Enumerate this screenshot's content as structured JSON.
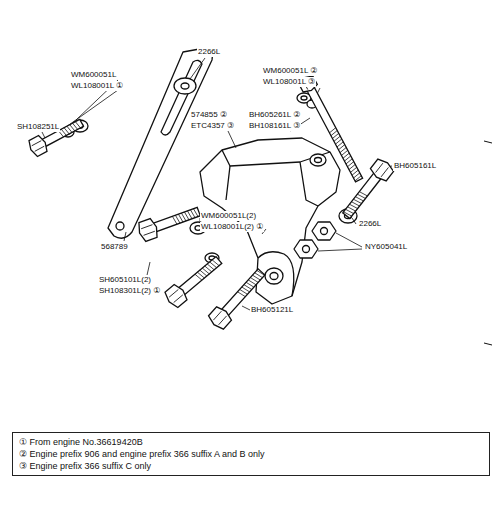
{
  "diagram": {
    "nodes": [
      {
        "text": [
          "① From engine No.36619420B",
          "② Engine prefix 906 and engine prefix 366 suffix A and B only",
          "③ Engine prefix 366 suffix C only"
        ]
      }
    ],
    "labels": [
      "2266L",
      "WM600051L",
      "WL108001L ①",
      "SH108251L",
      "568789",
      "WM600051L ②",
      "WL108001L ③",
      "574855 ②",
      "ETC4357 ③",
      "BH605261L ②",
      "BH108161L ③",
      "BH605161L",
      "WM600051L(2)",
      "WL108001L(2) ①",
      "2266L",
      "NY605041L",
      "SH605101L(2)",
      "SH108301L(2) ①",
      "BH605121L"
    ]
  }
}
